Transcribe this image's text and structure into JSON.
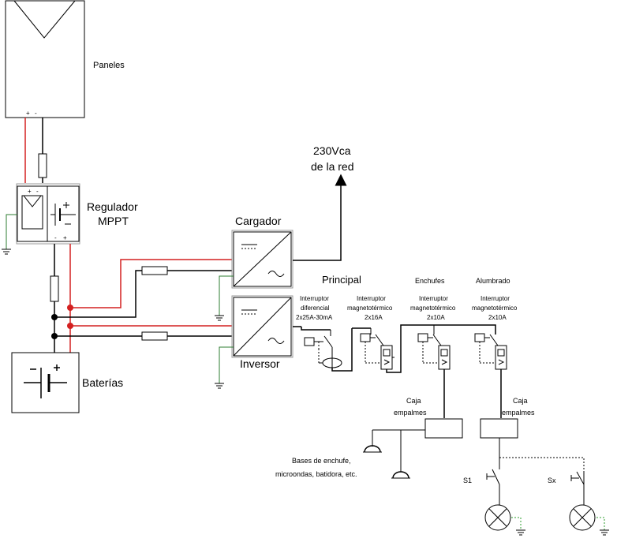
{
  "labels": {
    "panels": "Paneles",
    "panel_pos": "+",
    "panel_neg": "-",
    "regulator_line1": "Regulador",
    "regulator_line2": "MPPT",
    "reg_in_pos": "+",
    "reg_in_neg": "-",
    "reg_out_neg": "-",
    "reg_out_pos": "+",
    "batteries": "Baterías",
    "charger": "Cargador",
    "inverter": "Inversor",
    "grid_line1": "230Vca",
    "grid_line2": "de la red",
    "main_section": "Principal",
    "plugs_section": "Enchufes",
    "lights_section": "Alumbrado",
    "breaker_diff_line1": "Interruptor",
    "breaker_diff_line2": "diferencial",
    "breaker_diff_line3": "2x25A-30mA",
    "breaker_main_line1": "Interruptor",
    "breaker_main_line2": "magnetotérmico",
    "breaker_main_line3": "2x16A",
    "breaker_plugs_line1": "Interruptor",
    "breaker_plugs_line2": "magnetotérmico",
    "breaker_plugs_line3": "2x10A",
    "breaker_lights_line1": "Interruptor",
    "breaker_lights_line2": "magnetotérmico",
    "breaker_lights_line3": "2x10A",
    "junction_plugs_line1": "Caja",
    "junction_plugs_line2": "empalmes",
    "junction_lights_line1": "Caja",
    "junction_lights_line2": "empalmes",
    "outlets_line1": "Bases de enchufe,",
    "outlets_line2": "microondas, batidora, etc.",
    "switch1": "S1",
    "switchx": "Sx"
  },
  "colors": {
    "positive_wire": "#d42020",
    "negative_wire": "#000000",
    "ground_wire": "#2e7d32",
    "earth_dashed": "#2e9e2e",
    "box_stroke": "#000000",
    "frame_gray": "#999999"
  }
}
